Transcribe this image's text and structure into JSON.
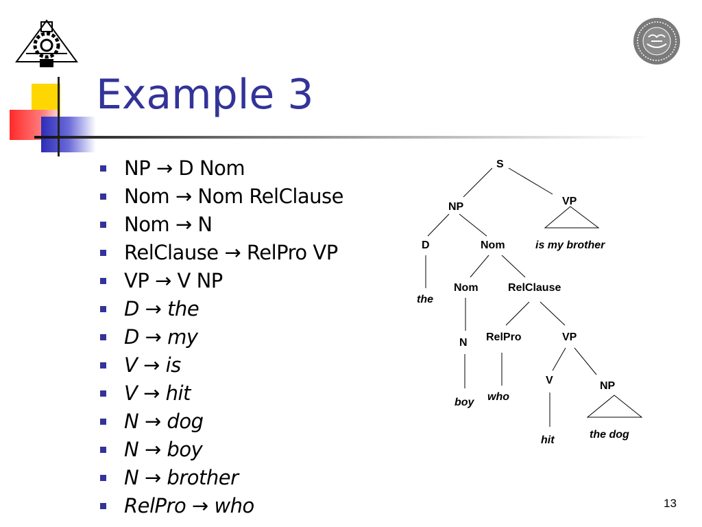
{
  "slide": {
    "title": "Example 3",
    "page_number": "13",
    "accent_colors": {
      "title": "#333399",
      "bullet": "#333399",
      "yellow": "#ffd700",
      "red": "#ff3333",
      "blue": "#3333cc"
    }
  },
  "logos": {
    "left": {
      "icon": "gear-emblem-icon"
    },
    "right": {
      "icon": "university-seal-icon"
    }
  },
  "rules": [
    {
      "text": "NP → D Nom",
      "italic": false
    },
    {
      "text": "Nom → Nom RelClause",
      "italic": false
    },
    {
      "text": "Nom → N",
      "italic": false
    },
    {
      "text": "RelClause → RelPro VP",
      "italic": false
    },
    {
      "text": "VP → V NP",
      "italic": false
    },
    {
      "text": "D → the",
      "italic": true
    },
    {
      "text": "D → my",
      "italic": true
    },
    {
      "text": "V → is",
      "italic": true
    },
    {
      "text": "V → hit",
      "italic": true
    },
    {
      "text": "N → dog",
      "italic": true
    },
    {
      "text": "N → boy",
      "italic": true
    },
    {
      "text": "N → brother",
      "italic": true
    },
    {
      "text": "RelPro → who",
      "italic": true
    }
  ],
  "tree": {
    "S": "S",
    "NP": "NP",
    "VP_top": "VP",
    "is_my_brother": "is my brother",
    "D": "D",
    "Nom_top": "Nom",
    "the": "the",
    "Nom_inner": "Nom",
    "RelClause": "RelClause",
    "N": "N",
    "RelPro": "RelPro",
    "VP_inner": "VP",
    "boy": "boy",
    "who": "who",
    "V": "V",
    "NP_inner": "NP",
    "hit": "hit",
    "the_dog": "the dog"
  }
}
